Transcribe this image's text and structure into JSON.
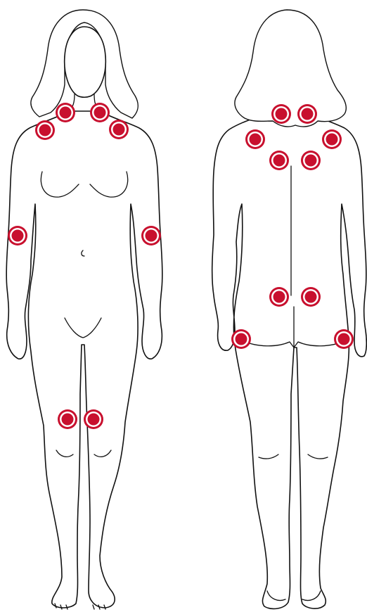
{
  "colors": {
    "outline": "#111111",
    "background": "#ffffff",
    "marker_ring": "#c8102e",
    "marker_dot": "#c8102e",
    "marker_gap": "#ffffff"
  },
  "figures": [
    {
      "view": "front",
      "icon": "female-body-front-icon"
    },
    {
      "view": "back",
      "icon": "female-body-back-icon"
    }
  ],
  "tender_points": {
    "front": [
      "left-neck",
      "right-neck",
      "left-shoulder-front",
      "right-shoulder-front",
      "left-elbow",
      "right-elbow",
      "left-knee",
      "right-knee"
    ],
    "back": [
      "left-neck-back",
      "right-neck-back",
      "left-upper-back",
      "right-upper-back",
      "left-mid-back",
      "right-mid-back",
      "left-lower-back",
      "right-lower-back",
      "left-hip",
      "right-hip"
    ]
  }
}
